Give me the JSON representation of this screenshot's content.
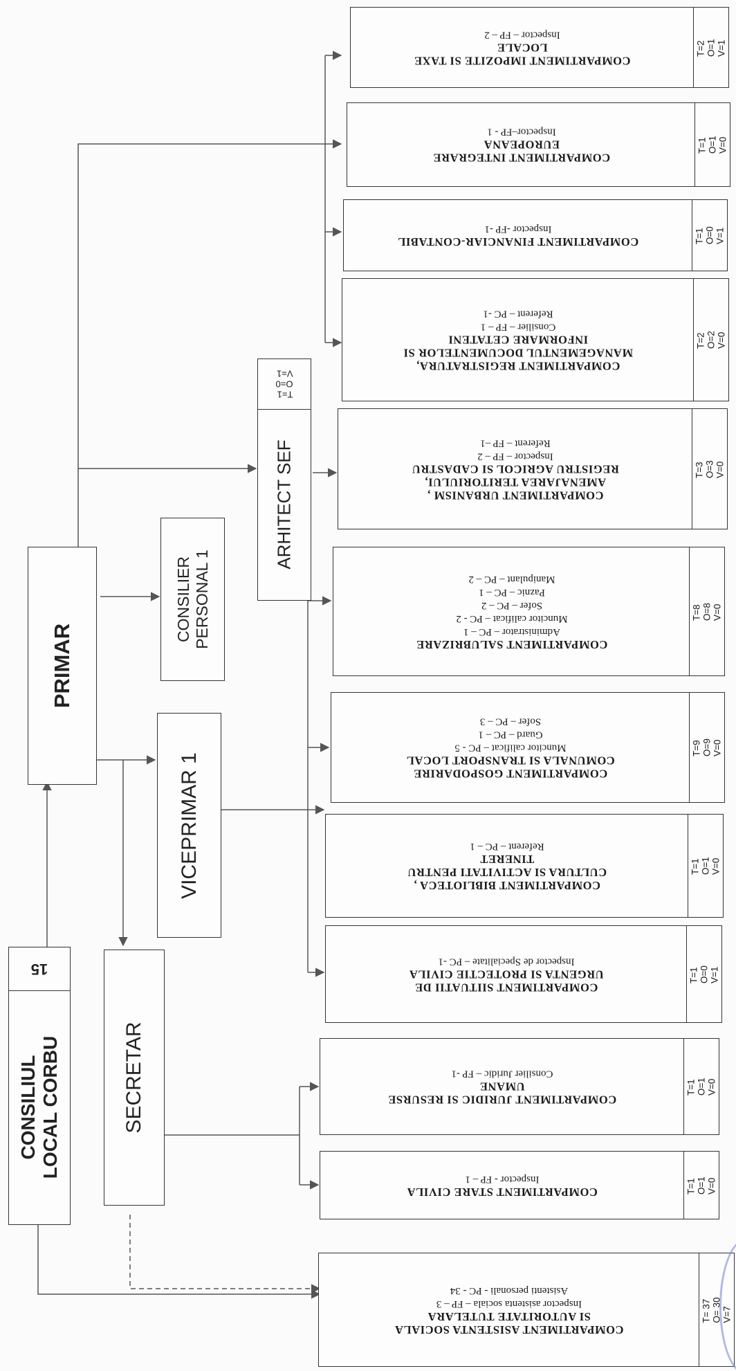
{
  "council": {
    "title_line1": "CONSILIUL",
    "title_line2": "LOCAL CORBU",
    "count": "15"
  },
  "primar": {
    "label": "PRIMAR"
  },
  "viceprimar": {
    "label": "VICEPRIMAR 1"
  },
  "secretar": {
    "label": "SECRETAR"
  },
  "consilier_personal": {
    "line1": "CONSILIER",
    "line2": "PERSONAL 1"
  },
  "arhitect": {
    "label": "ARHITECT SEF",
    "stats": [
      "T=1",
      "O=0",
      "V=1"
    ]
  },
  "compartments": [
    {
      "id": "impozite",
      "title": [
        "COMPARTIMENT  IMPOZITE SI TAXE",
        "LOCALE"
      ],
      "staff": [
        "Inspector – FP – 2"
      ],
      "stats": [
        "T=2",
        "O=1",
        "V=1"
      ]
    },
    {
      "id": "integrare",
      "title": [
        "COMPARTIMENT INTEGRARE",
        "EUROPEANA"
      ],
      "staff": [
        "Inspector–FP - 1"
      ],
      "stats": [
        "T=1",
        "O=1",
        "V=0"
      ]
    },
    {
      "id": "financiar",
      "title": [
        "COMPARTIMENT  FINANCIAR-CONTABIL"
      ],
      "staff": [
        "Inspector  -FP -1"
      ],
      "stats": [
        "T=1",
        "O=0",
        "V=1"
      ]
    },
    {
      "id": "registratura",
      "title": [
        "COMPARTIMENT REGISTRATURA,",
        "MANAGEMENTUL DOCUMENTELOR SI",
        "INFORMARE CETATENI"
      ],
      "staff": [
        "Consilier – FP – 1",
        "Referent – PC -1"
      ],
      "stats": [
        "T=2",
        "O=2",
        "V=0"
      ]
    },
    {
      "id": "urbanism",
      "title": [
        "COMPARTIMENT URBANISM ,",
        "AMENAJAREA TERITORIULUI,",
        "REGISTRU AGRICOL SI CADASTRU"
      ],
      "staff": [
        "Inspector – FP – 2",
        "Referent – FP –1"
      ],
      "stats": [
        "T=3",
        "O=3",
        "V=0"
      ]
    },
    {
      "id": "salubrizare",
      "title": [
        "COMPARTIMENT  SALUBRIZARE"
      ],
      "staff": [
        "Administrator – PC – 1",
        "Muncitor calificat – PC - 2",
        "Sofer – PC – 2",
        "Paznic – PC – 1",
        "Manipulant – PC – 2"
      ],
      "stats": [
        "T=8",
        "O=8",
        "V=0"
      ]
    },
    {
      "id": "gospodarire",
      "title": [
        "COMPARTIMENT  GOSPODARIRE",
        "COMUNALA SI TRANSPORT LOCAL"
      ],
      "staff": [
        "Muncitor calificat – PC - 5",
        "Guard – PC – 1",
        "Sofer – PC – 3"
      ],
      "stats": [
        "T=9",
        "O=9",
        "V=0"
      ]
    },
    {
      "id": "biblioteca",
      "title": [
        "COMPARTIMENT  BIBLIOTECA ,",
        "CULTURA SI ACTIVITATI PENTRU",
        "TINERET"
      ],
      "staff": [
        "Referent – PC – 1"
      ],
      "stats": [
        "T=1",
        "O=1",
        "V=0"
      ]
    },
    {
      "id": "urgenta",
      "title": [
        "COMPARTIMENT  SIITUATII DE",
        "URGENTA SI PROTECTIE CIVILA"
      ],
      "staff": [
        "Inspector  de Specialitate – PC -1"
      ],
      "stats": [
        "T=1",
        "O=0",
        "V=1"
      ]
    },
    {
      "id": "juridic",
      "title": [
        "COMPARTIMENT  JURIDIC  SI RESURSE",
        "UMANE"
      ],
      "staff": [
        "Consilier Juridic – FP -1"
      ],
      "stats": [
        "T=1",
        "O=1",
        "V=0"
      ]
    },
    {
      "id": "stare_civila",
      "title": [
        "COMPARTIMENT STARE CIVILA"
      ],
      "staff": [
        "Inspector - FP – 1"
      ],
      "stats": [
        "T=1",
        "O=1",
        "V=0"
      ]
    },
    {
      "id": "asistenta",
      "title": [
        "COMPARTIMENT ASISTENTA SOCIALA",
        "SI AUTORITATE TUTELARA"
      ],
      "staff": [
        "Inspector asistenta sociala – FP – 3",
        "Asistenti personali - PC - 34"
      ],
      "stats": [
        "T= 37",
        "O= 30",
        "V=7"
      ]
    }
  ]
}
